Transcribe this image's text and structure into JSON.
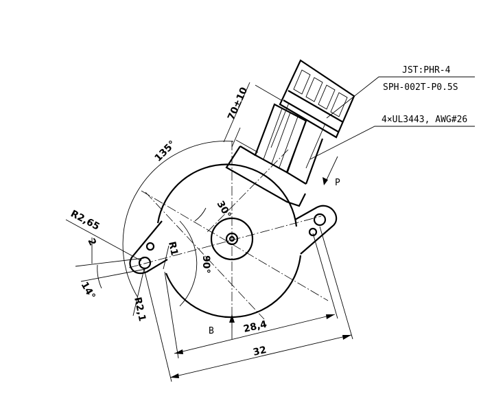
{
  "labels": {
    "connector_header": "JST:PHR-4",
    "connector_terminal": "SPH-002T-P0.5S",
    "wire_spec": "4×UL3443, AWG#26",
    "lead_length": "70±10",
    "view_p": "P",
    "view_b": "B",
    "angle_135": "135°",
    "angle_30": "30°",
    "angle_90": "90°",
    "angle_14": "14°",
    "radius_265": "R2,65",
    "radius_1": "R1",
    "radius_21": "R2,1",
    "dim_2": "2",
    "dim_284": "28,4",
    "dim_32": "32"
  }
}
